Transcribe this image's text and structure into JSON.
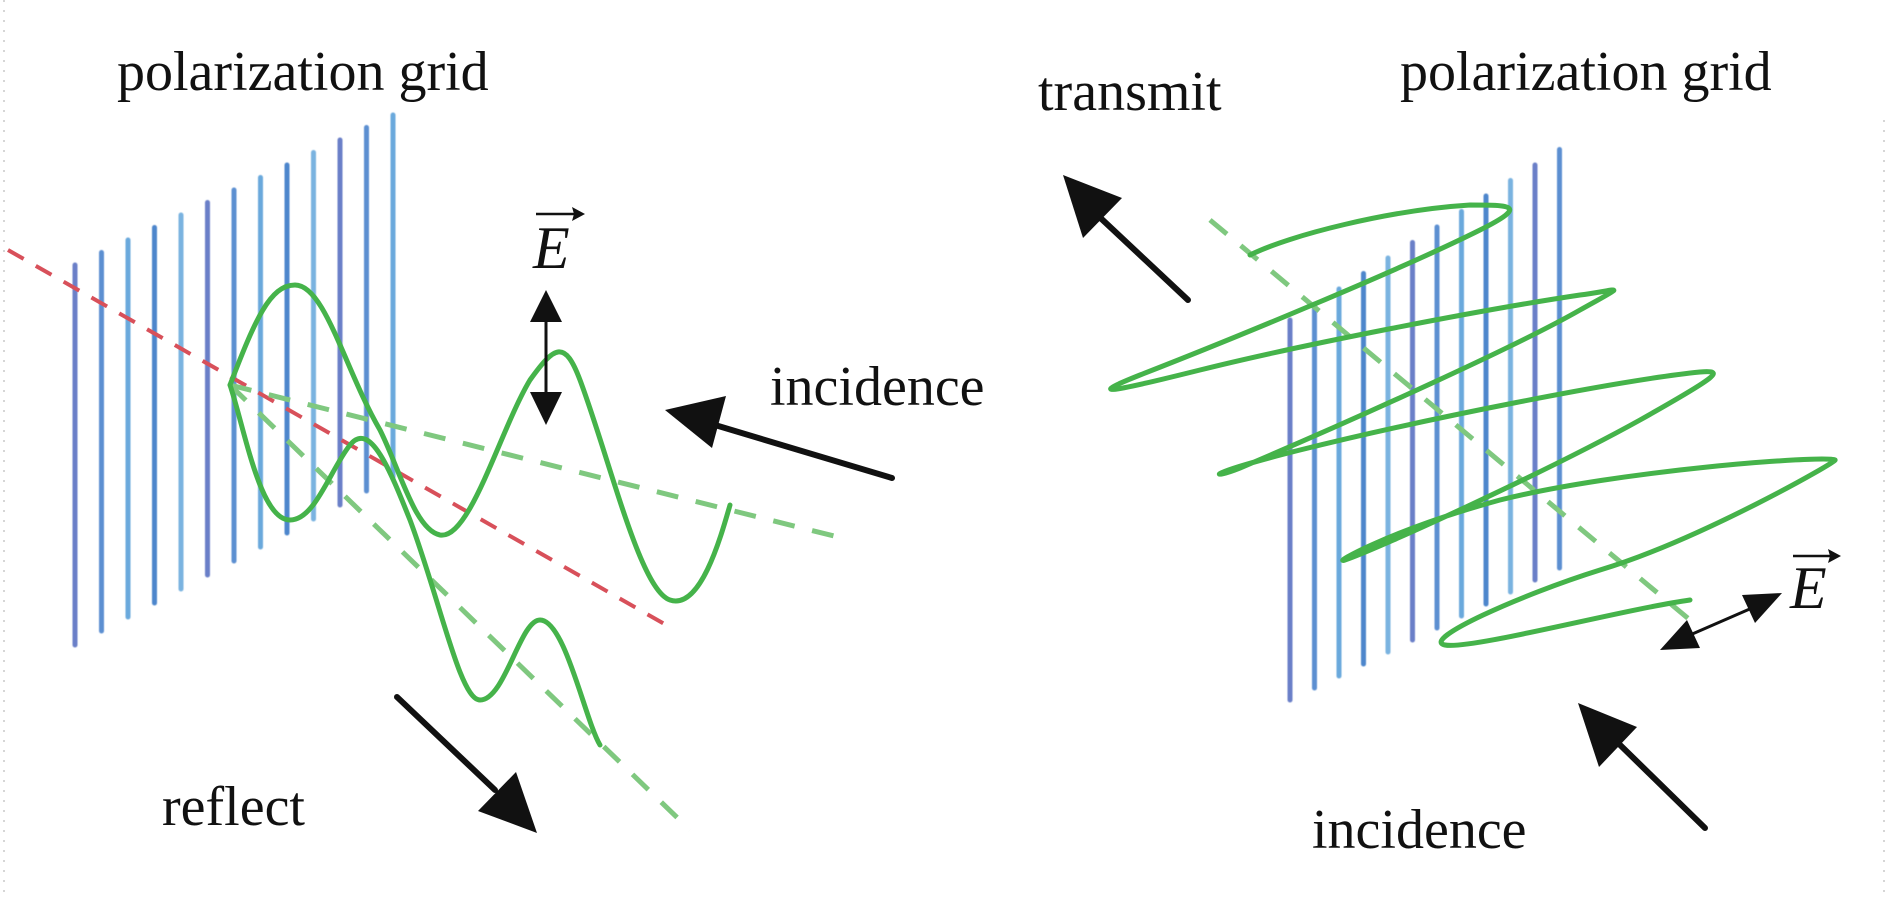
{
  "left_panel": {
    "title": "polarization grid",
    "field_symbol": "E",
    "incident_label": "incidence",
    "reflected_label": "reflect"
  },
  "right_panel": {
    "title": "polarization grid",
    "transmitted_label": "transmit",
    "field_symbol": "E",
    "incident_label": "incidence"
  },
  "colors": {
    "wave": "#45b34a",
    "grid_lines": "#5b8fd1",
    "axis_red": "#d8505a",
    "arrows": "#111111"
  }
}
